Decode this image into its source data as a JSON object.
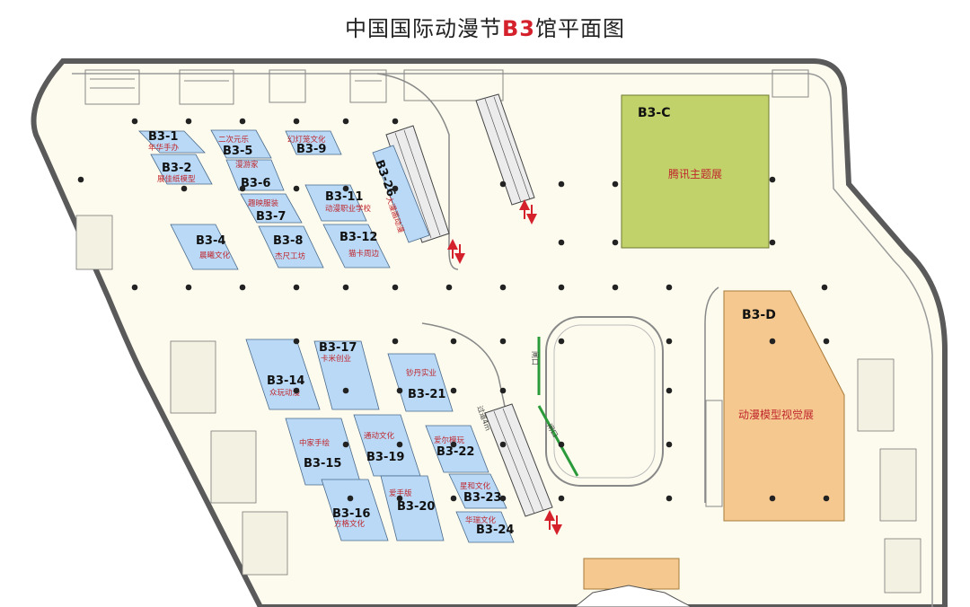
{
  "title": {
    "prefix": "中国国际动漫节",
    "accent": "B3",
    "suffix": "馆平面图"
  },
  "colors": {
    "floor": "#fdfbee",
    "wall": "#5a5a5a",
    "booth": "#b9d9f6",
    "tencent_zone": "#c2d26a",
    "model_zone": "#f5c88f",
    "lower_block": "#f5c88f",
    "green_line": "#2a9a3a",
    "arrow": "#d4212c",
    "accent": "#d4212c"
  },
  "booths": [
    {
      "code": "B3-1",
      "sub": "年华手办"
    },
    {
      "code": "B3-2",
      "sub": "展佳纸模型"
    },
    {
      "code": "B3-4",
      "sub": "晨曦文化"
    },
    {
      "code": "B3-5",
      "sub": "二次元乐"
    },
    {
      "code": "B3-6",
      "sub": "漫游家"
    },
    {
      "code": "B3-7",
      "sub": "趣映服装"
    },
    {
      "code": "B3-8",
      "sub": "杰尺工坊"
    },
    {
      "code": "B3-9",
      "sub": "幻灯笼文化"
    },
    {
      "code": "B3-11",
      "sub": "动漫职业学校"
    },
    {
      "code": "B3-12",
      "sub": "猫卡周边"
    },
    {
      "code": "B3-26",
      "sub": "大漫画动漫"
    },
    {
      "code": "B3-14",
      "sub": "众玩动漫"
    },
    {
      "code": "B3-17",
      "sub": "卡米创业"
    },
    {
      "code": "B3-21",
      "sub": "钞丹实业"
    },
    {
      "code": "B3-15",
      "sub": "中家手绘"
    },
    {
      "code": "B3-19",
      "sub": "通动文化"
    },
    {
      "code": "B3-22",
      "sub": "爱尔模玩"
    },
    {
      "code": "B3-16",
      "sub": "方格文化"
    },
    {
      "code": "B3-20",
      "sub": "爱手版"
    },
    {
      "code": "B3-23",
      "sub": "星和文化"
    },
    {
      "code": "B3-24",
      "sub": "华瑞文化"
    }
  ],
  "zones": {
    "tencent": {
      "code": "B3-C",
      "name": "腾讯主题展"
    },
    "model": {
      "code": "B3-D",
      "name": "动漫模型视觉展"
    }
  },
  "labels": {
    "gate_top": "闸口",
    "gate_bottom": "闸口",
    "walkway": "过道4m"
  }
}
